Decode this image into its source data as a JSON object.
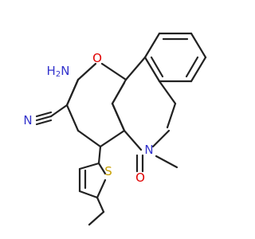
{
  "colors": {
    "bond": "#222222",
    "nitrogen": "#3333cc",
    "oxygen": "#e00000",
    "sulfur": "#c8a000",
    "background": "#ffffff"
  },
  "atoms": {
    "amino_n": "N",
    "amino_h": "H",
    "amino_sub": "2",
    "ring_oxygen": "O",
    "nitrile_n": "N",
    "lactam_n": "N",
    "carbonyl_o": "O",
    "thiophene_s": "S"
  }
}
